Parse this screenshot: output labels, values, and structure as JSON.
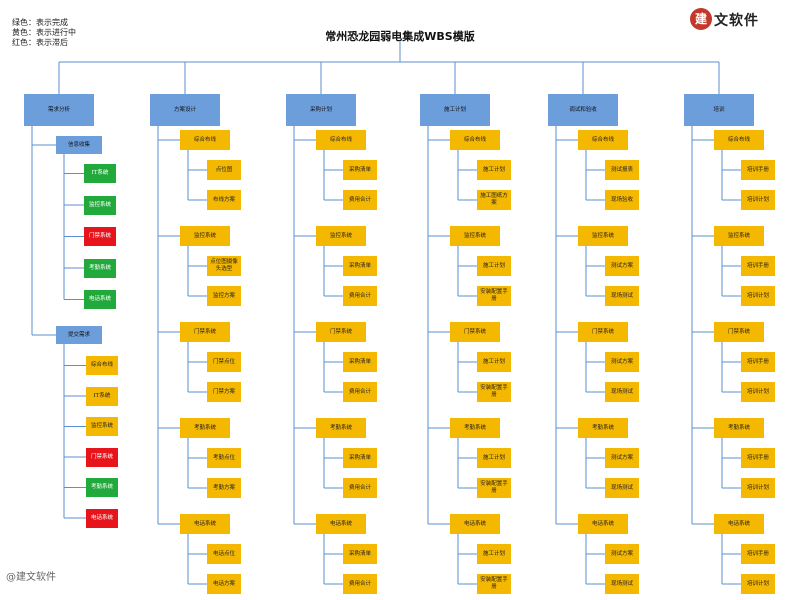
{
  "legend": [
    "绿色：表示完成",
    "黄色：表示进行中",
    "红色：表示滞后"
  ],
  "title": "常州恐龙园弱电集成WBS模版",
  "logo": {
    "mark": "建",
    "text": "文软件"
  },
  "watermark": "@建文软件",
  "colors": {
    "blue": "#6d9edc",
    "yellow": "#f5b800",
    "green": "#22a93b",
    "red": "#e8141b",
    "line": "#5b8fd1"
  },
  "columns": [
    {
      "label": "需求分析",
      "groups": [
        {
          "label": "信息收集",
          "items": [
            {
              "label": "IT系统",
              "status": "green"
            },
            {
              "label": "监控系统",
              "status": "green"
            },
            {
              "label": "门禁系统",
              "status": "red"
            },
            {
              "label": "考勤系统",
              "status": "green"
            },
            {
              "label": "电话系统",
              "status": "green"
            }
          ]
        },
        {
          "label": "提交需求",
          "items": [
            {
              "label": "综合布线",
              "status": "yellow"
            },
            {
              "label": "IT系统",
              "status": "yellow"
            },
            {
              "label": "监控系统",
              "status": "yellow"
            },
            {
              "label": "门禁系统",
              "status": "red"
            },
            {
              "label": "考勤系统",
              "status": "green"
            },
            {
              "label": "电话系统",
              "status": "red"
            }
          ]
        }
      ]
    },
    {
      "label": "方案设计",
      "groups": [
        {
          "label": "综合布线",
          "items": [
            "点位图",
            "布线方案"
          ]
        },
        {
          "label": "监控系统",
          "items": [
            "点位图摄像头选型",
            "监控方案"
          ]
        },
        {
          "label": "门禁系统",
          "items": [
            "门禁点位",
            "门禁方案"
          ]
        },
        {
          "label": "考勤系统",
          "items": [
            "考勤点位",
            "考勤方案"
          ]
        },
        {
          "label": "电话系统",
          "items": [
            "电话点位",
            "电话方案"
          ]
        }
      ]
    },
    {
      "label": "采购计划",
      "groups": [
        {
          "label": "综合布线",
          "items": [
            "采购清单",
            "费用合计"
          ]
        },
        {
          "label": "监控系统",
          "items": [
            "采购清单",
            "费用合计"
          ]
        },
        {
          "label": "门禁系统",
          "items": [
            "采购清单",
            "费用合计"
          ]
        },
        {
          "label": "考勤系统",
          "items": [
            "采购清单",
            "费用合计"
          ]
        },
        {
          "label": "电话系统",
          "items": [
            "采购清单",
            "费用合计"
          ]
        }
      ]
    },
    {
      "label": "施工计划",
      "groups": [
        {
          "label": "综合布线",
          "items": [
            "施工计划",
            "施工图纸方案"
          ]
        },
        {
          "label": "监控系统",
          "items": [
            "施工计划",
            "安装配置手册"
          ]
        },
        {
          "label": "门禁系统",
          "items": [
            "施工计划",
            "安装配置手册"
          ]
        },
        {
          "label": "考勤系统",
          "items": [
            "施工计划",
            "安装配置手册"
          ]
        },
        {
          "label": "电话系统",
          "items": [
            "施工计划",
            "安装配置手册"
          ]
        }
      ]
    },
    {
      "label": "调试和验收",
      "groups": [
        {
          "label": "综合布线",
          "items": [
            "测试报表",
            "现场验收"
          ]
        },
        {
          "label": "监控系统",
          "items": [
            "测试方案",
            "现场测试"
          ]
        },
        {
          "label": "门禁系统",
          "items": [
            "测试方案",
            "现场测试"
          ]
        },
        {
          "label": "考勤系统",
          "items": [
            "测试方案",
            "现场测试"
          ]
        },
        {
          "label": "电话系统",
          "items": [
            "测试方案",
            "现场测试"
          ]
        }
      ]
    },
    {
      "label": "培训",
      "groups": [
        {
          "label": "综合布线",
          "items": [
            "培训手册",
            "培训计划"
          ]
        },
        {
          "label": "监控系统",
          "items": [
            "培训手册",
            "培训计划"
          ]
        },
        {
          "label": "门禁系统",
          "items": [
            "培训手册",
            "培训计划"
          ]
        },
        {
          "label": "考勤系统",
          "items": [
            "培训手册",
            "培训计划"
          ]
        },
        {
          "label": "电话系统",
          "items": [
            "培训手册",
            "培训计划"
          ]
        }
      ]
    }
  ]
}
